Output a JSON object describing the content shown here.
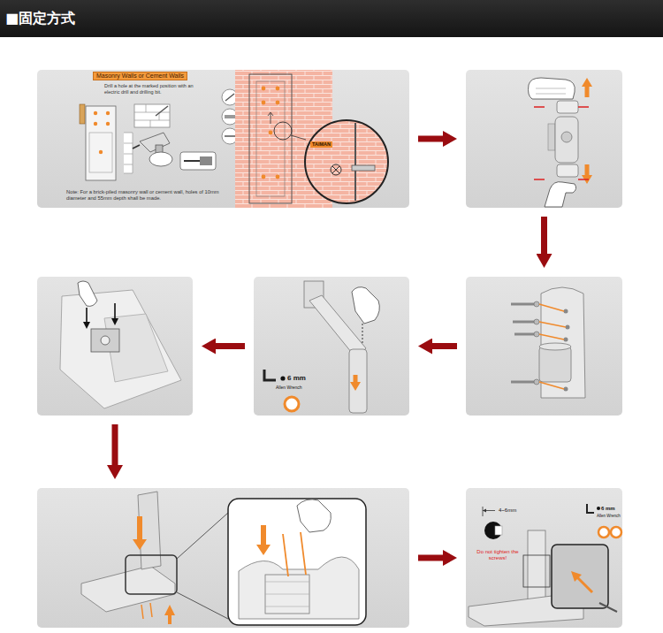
{
  "diagram": {
    "title": "■固定方式",
    "nodes": [
      {
        "text": [
          "Drill a hole at the marked position with an electric drill and drilling bit.",
          "Note: For a brick-piled masonry wall or cement wall, holes of 10mm diameter and 55mm depth shall be made."
        ]
      },
      {
        "text": [
          "Masonry Walls or Cement Walls"
        ],
        "in": 0
      },
      {
        "text": []
      },
      {
        "text": []
      },
      {
        "text": [
          "6 mm",
          "Allen Wrench"
        ]
      },
      {
        "text": []
      },
      {
        "text": []
      },
      {
        "text": [
          "4~6mm",
          "Do not tighten the screws!",
          "6 mm",
          "Allen Wrench"
        ]
      }
    ],
    "edges": [
      {
        "from": 0,
        "to": 2,
        "arrow": "to"
      },
      {
        "from": 2,
        "to": 3,
        "arrow": "to"
      },
      {
        "from": 3,
        "to": 4,
        "arrow": "to"
      },
      {
        "from": 4,
        "to": 5,
        "arrow": "to"
      },
      {
        "from": 5,
        "to": 6,
        "arrow": "to"
      },
      {
        "from": 6,
        "to": 7,
        "arrow": "to"
      }
    ],
    "labels": [
      "TAIMAN"
    ]
  }
}
